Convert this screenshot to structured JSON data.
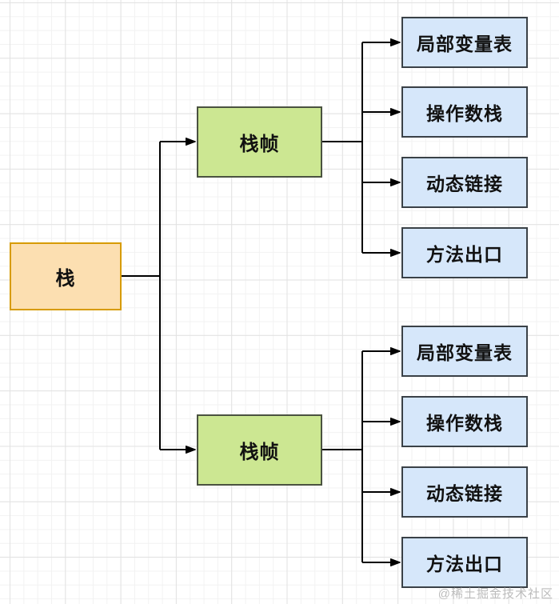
{
  "diagram": {
    "nodes": {
      "root": {
        "label": "栈"
      },
      "frames": [
        {
          "label": "栈帧",
          "children": [
            {
              "label": "局部变量表"
            },
            {
              "label": "操作数栈"
            },
            {
              "label": "动态链接"
            },
            {
              "label": "方法出口"
            }
          ]
        },
        {
          "label": "栈帧",
          "children": [
            {
              "label": "局部变量表"
            },
            {
              "label": "操作数栈"
            },
            {
              "label": "动态链接"
            },
            {
              "label": "方法出口"
            }
          ]
        }
      ]
    },
    "colors": {
      "root_fill": "#fcdfb1",
      "root_border": "#d79b00",
      "frame_fill": "#cce792",
      "frame_border": "#4a5240",
      "leaf_fill": "#d6e7fa",
      "leaf_border": "#3a4147",
      "edge": "#000000",
      "grid_minor": "#f2f2f2",
      "grid_major": "#e2e2e2"
    }
  },
  "watermark": {
    "text": "@稀土掘金技术社区"
  }
}
